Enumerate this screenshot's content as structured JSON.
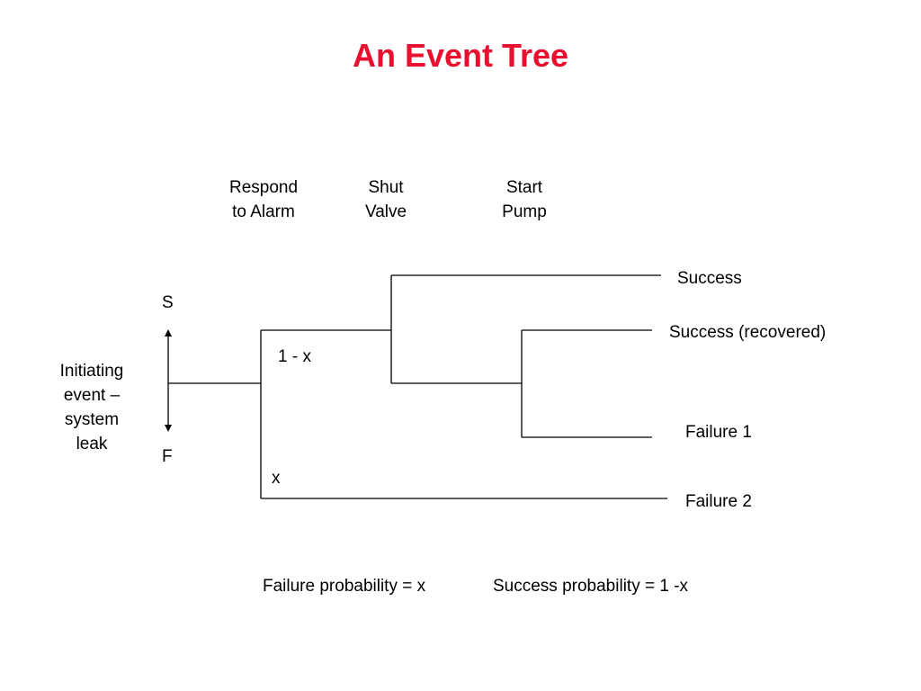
{
  "title": "An Event Tree",
  "colors": {
    "title": "#e8102e",
    "lines": "#000000",
    "background": "#ffffff"
  },
  "headers": {
    "respond": [
      "Respond",
      "to Alarm"
    ],
    "shut": [
      "Shut",
      "Valve"
    ],
    "start": [
      "Start",
      "Pump"
    ]
  },
  "initiating_event": [
    "Initiating",
    "event –",
    "system",
    "leak"
  ],
  "axis_labels": {
    "success": "S",
    "failure": "F"
  },
  "branch_labels": {
    "upper": "1 - x",
    "lower": "x"
  },
  "outcomes": {
    "success": "Success",
    "success_recovered": "Success (recovered)",
    "failure_1": "Failure 1",
    "failure_2": "Failure 2"
  },
  "footer": {
    "failure_probability": "Failure probability = x",
    "success_probability": "Success probability = 1 -x"
  }
}
